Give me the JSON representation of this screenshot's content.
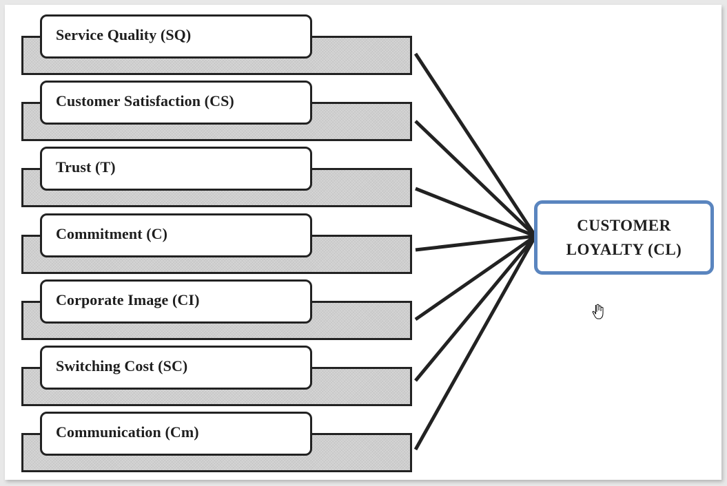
{
  "diagram": {
    "type": "conceptual-model",
    "factors": [
      {
        "label": "Service Quality (SQ)",
        "abbr": "SQ"
      },
      {
        "label": "Customer Satisfaction (CS)",
        "abbr": "CS"
      },
      {
        "label": "Trust (T)",
        "abbr": "T"
      },
      {
        "label": "Commitment (C)",
        "abbr": "C"
      },
      {
        "label": "Corporate Image (CI)",
        "abbr": "CI"
      },
      {
        "label": "Switching Cost (SC)",
        "abbr": "SC"
      },
      {
        "label": "Communication (Cm)",
        "abbr": "Cm"
      }
    ],
    "target": {
      "line1": "CUSTOMER",
      "line2": "LOYALTY (CL)",
      "abbr": "CL"
    },
    "edges": [
      {
        "from": "SQ",
        "to": "CL"
      },
      {
        "from": "CS",
        "to": "CL"
      },
      {
        "from": "T",
        "to": "CL"
      },
      {
        "from": "C",
        "to": "CL"
      },
      {
        "from": "CI",
        "to": "CL"
      },
      {
        "from": "SC",
        "to": "CL"
      },
      {
        "from": "Cm",
        "to": "CL"
      }
    ],
    "colors": {
      "target_border": "#5a85bf",
      "box_fill": "#cfcfcf",
      "line": "#222222"
    }
  },
  "cursor": {
    "icon": "hand-pointer-icon"
  }
}
